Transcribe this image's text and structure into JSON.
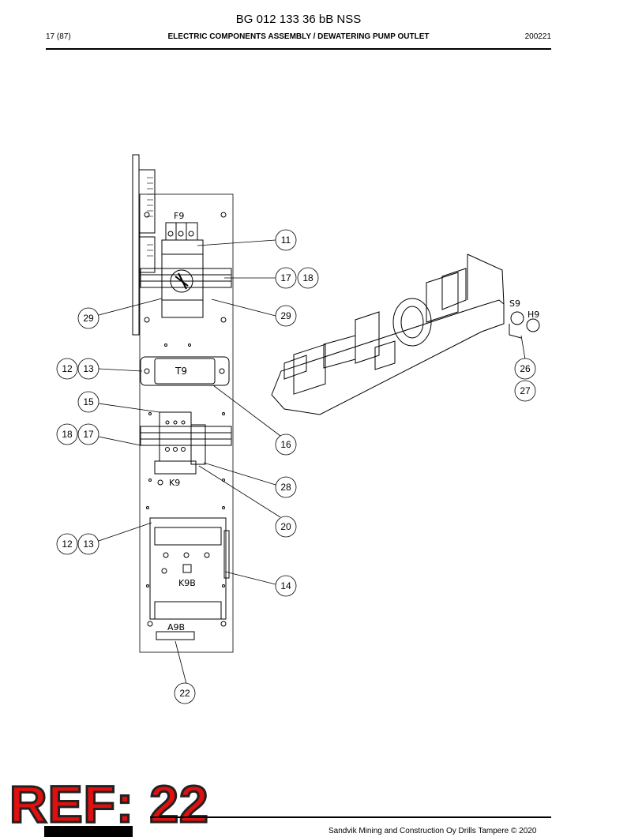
{
  "header": {
    "title": "BG 012 133 36 bB NSS",
    "page": "17 (87)",
    "section": "ELECTRIC COMPONENTS ASSEMBLY / DEWATERING PUMP OUTLET",
    "date": "200221"
  },
  "drawing_labels": {
    "f9": "F9",
    "t9": "T9",
    "k9": "K9",
    "k9b": "K9B",
    "a9b": "A9B",
    "s9": "S9",
    "h9": "H9"
  },
  "callouts": {
    "c11": "11",
    "c17a": "17",
    "c18a": "18",
    "c29a": "29",
    "c29b": "29",
    "c12a": "12",
    "c13a": "13",
    "c26": "26",
    "c27": "27",
    "c15": "15",
    "c18b": "18",
    "c17b": "17",
    "c16": "16",
    "c28": "28",
    "c20": "20",
    "c12b": "12",
    "c13b": "13",
    "c14": "14",
    "c22": "22"
  },
  "stamp": {
    "text": "REF: 22"
  },
  "footer": {
    "text": "Sandvik Mining and Construction Oy Drills Tampere © 2020"
  }
}
